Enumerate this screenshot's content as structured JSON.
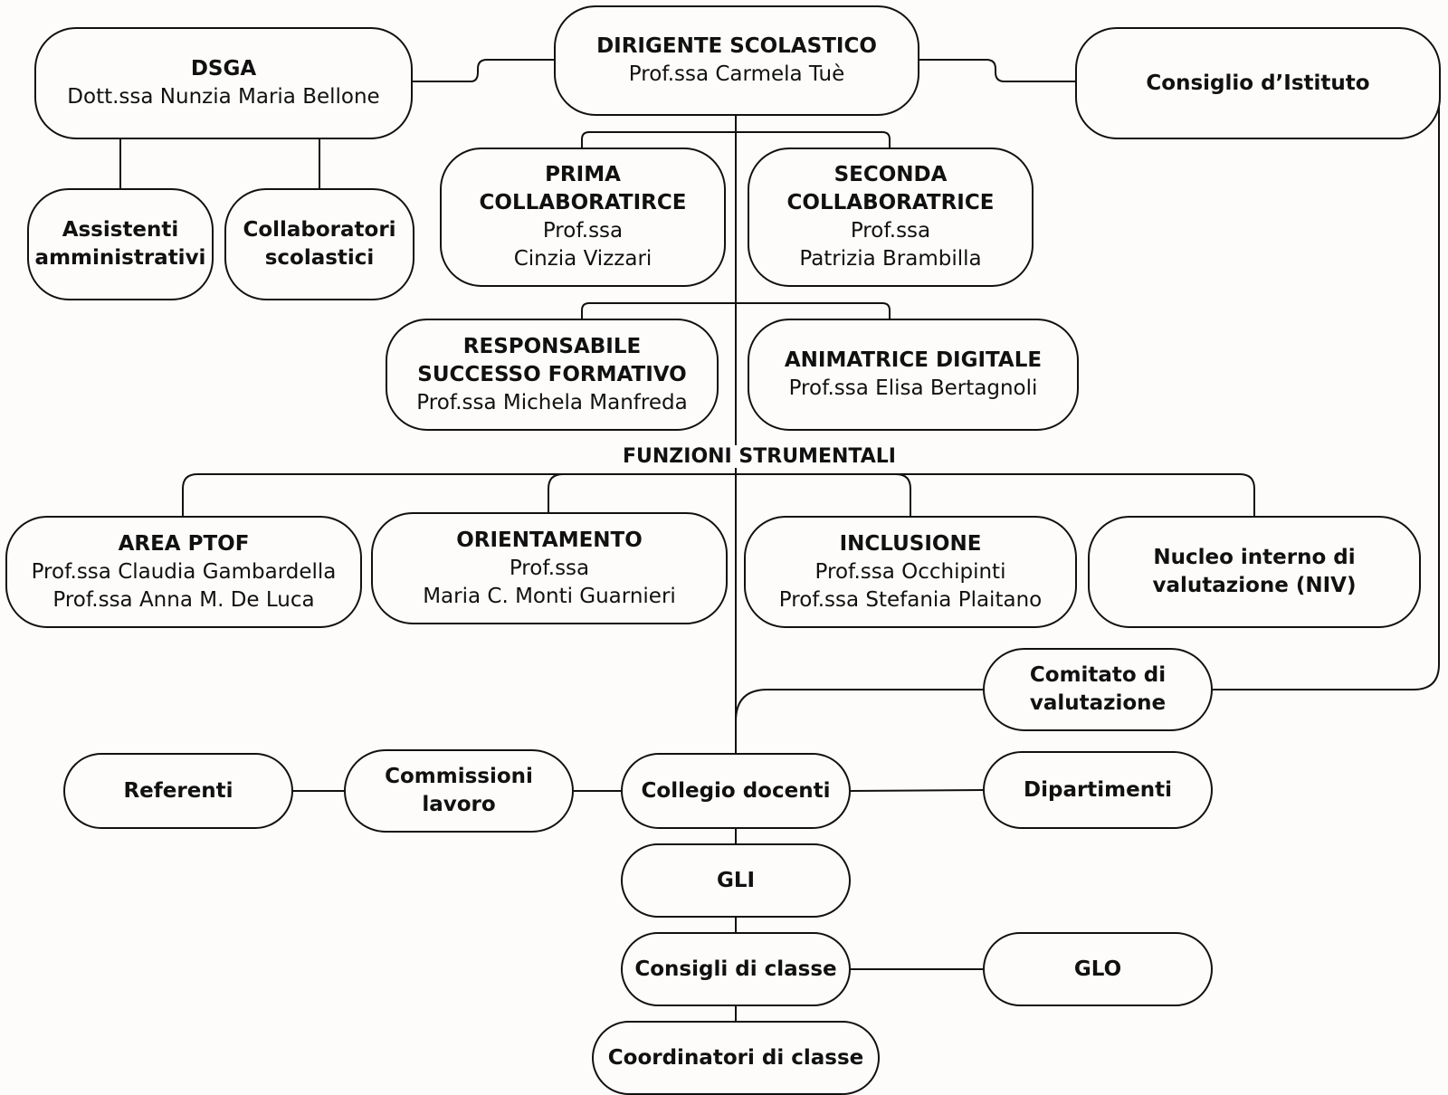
{
  "nodes": {
    "dirigente": {
      "title": "DIRIGENTE SCOLASTICO",
      "lines": [
        "Prof.ssa Carmela Tuè"
      ]
    },
    "dsga": {
      "title": "DSGA",
      "lines": [
        "Dott.ssa Nunzia Maria Bellone"
      ]
    },
    "consiglio_istituto": {
      "title": "Consiglio d’Istituto",
      "lines": []
    },
    "assistenti": {
      "title": "Assistenti amministrativi",
      "lines": []
    },
    "collaboratori": {
      "title": "Collaboratori scolastici",
      "lines": []
    },
    "prima": {
      "title": "PRIMA COLLABORATIRCE",
      "lines": [
        "Prof.ssa",
        "Cinzia Vizzari"
      ]
    },
    "seconda": {
      "title": "SECONDA COLLABORATRICE",
      "lines": [
        "Prof.ssa",
        "Patrizia Brambilla"
      ]
    },
    "responsabile": {
      "title": "RESPONSABILE SUCCESSO FORMATIVO",
      "lines": [
        "Prof.ssa Michela Manfreda"
      ]
    },
    "animatrice": {
      "title": "ANIMATRICE DIGITALE",
      "lines": [
        "Prof.ssa Elisa Bertagnoli"
      ]
    },
    "area_ptof": {
      "title": "AREA PTOF",
      "lines": [
        "Prof.ssa Claudia Gambardella",
        "Prof.ssa Anna M. De Luca"
      ]
    },
    "orientamento": {
      "title": "ORIENTAMENTO",
      "lines": [
        "Prof.ssa",
        "Maria C. Monti Guarnieri"
      ]
    },
    "inclusione": {
      "title": "INCLUSIONE",
      "lines": [
        "Prof.ssa Occhipinti",
        "Prof.ssa Stefania Plaitano"
      ]
    },
    "niv": {
      "title": "Nucleo interno di valutazione (NIV)",
      "lines": []
    },
    "comitato": {
      "title": "Comitato di valutazione",
      "lines": []
    },
    "referenti": {
      "title": "Referenti",
      "lines": []
    },
    "commissioni": {
      "title": "Commissioni lavoro",
      "lines": []
    },
    "collegio": {
      "title": "Collegio docenti",
      "lines": []
    },
    "dipartimenti": {
      "title": "Dipartimenti",
      "lines": []
    },
    "gli": {
      "title": "GLI",
      "lines": []
    },
    "consigli_classe": {
      "title": "Consigli di classe",
      "lines": []
    },
    "glo": {
      "title": "GLO",
      "lines": []
    },
    "coordinatori": {
      "title": "Coordinatori di classe",
      "lines": []
    }
  },
  "labels": {
    "funzioni_strumentali": "FUNZIONI STRUMENTALI"
  },
  "style": {
    "line_color": "#111111",
    "background": "#fdfcfa"
  }
}
